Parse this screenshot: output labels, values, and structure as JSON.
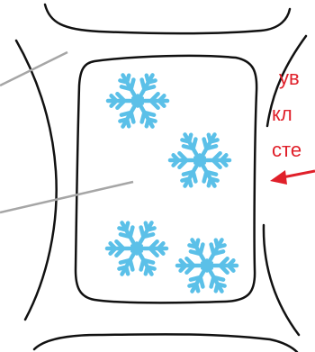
{
  "annotation": {
    "lines": [
      "ув",
      "кл",
      "сте"
    ],
    "color": "#e0202a"
  },
  "colors": {
    "outline": "#111111",
    "snowflake": "#5bc0e8",
    "pointer_line": "#a6a6a6",
    "arrow": "#e0202a"
  },
  "icons": [
    "snowflake-icon",
    "snowflake-icon",
    "snowflake-icon",
    "snowflake-icon"
  ]
}
